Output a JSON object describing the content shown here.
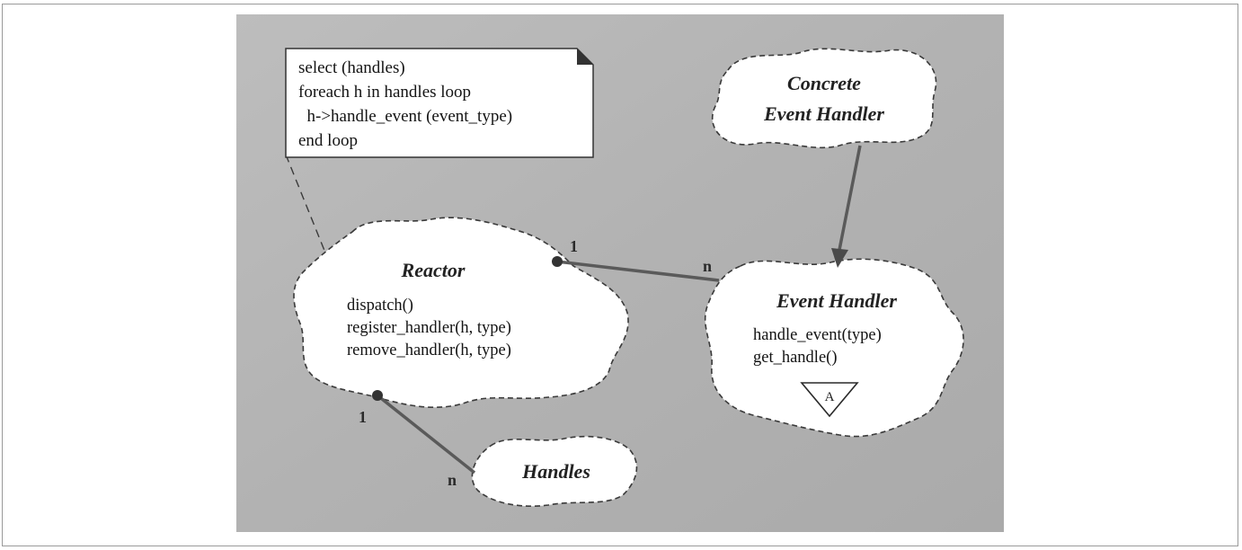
{
  "note": {
    "lines": [
      "select (handles)",
      "foreach h in handles loop",
      "  h->handle_event (event_type)",
      "end loop"
    ]
  },
  "classes": {
    "concrete_event_handler": {
      "name_line1": "Concrete",
      "name_line2": "Event Handler"
    },
    "reactor": {
      "name": "Reactor",
      "methods": [
        "dispatch()",
        "register_handler(h, type)",
        "remove_handler(h, type)"
      ]
    },
    "event_handler": {
      "name": "Event Handler",
      "methods": [
        "handle_event(type)",
        "get_handle()"
      ],
      "abstract_marker": "A"
    },
    "handles": {
      "name": "Handles"
    }
  },
  "associations": {
    "reactor_event_handler": {
      "source_multiplicity": "1",
      "target_multiplicity": "n"
    },
    "reactor_handles": {
      "source_multiplicity": "1",
      "target_multiplicity": "n"
    }
  },
  "colors": {
    "panel_background": "#b3b3b3",
    "cloud_fill": "#ffffff",
    "line": "#5a5a5a"
  }
}
